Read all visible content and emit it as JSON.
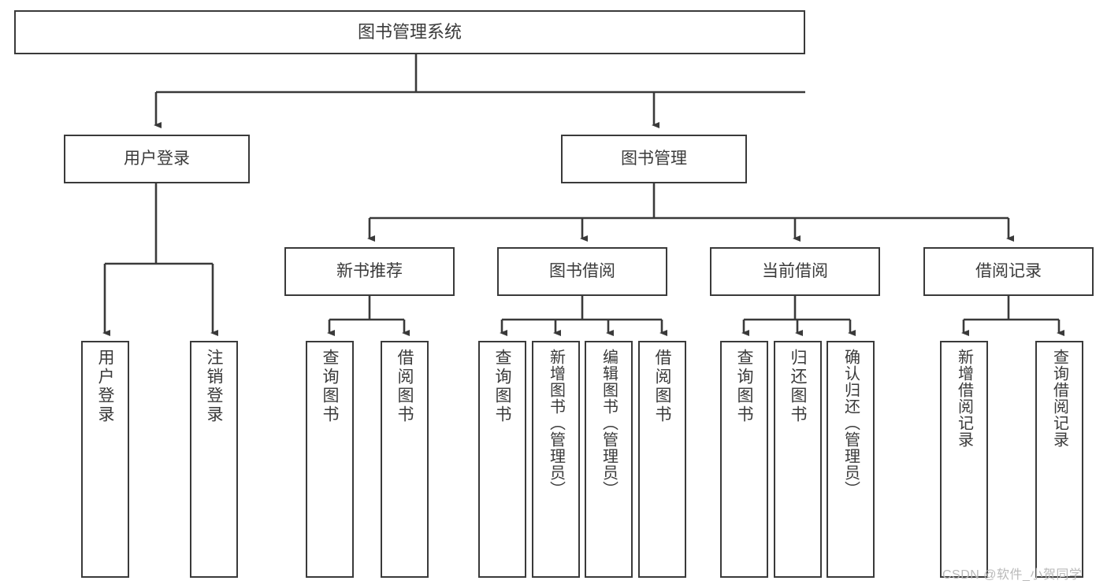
{
  "diagram": {
    "type": "tree-hierarchy",
    "title": "图书管理系统",
    "colors": {
      "stroke": "#3a3a3a",
      "box_fill": "#ffffff",
      "text": "#3a3a3a",
      "background": "#ffffff",
      "watermark": "#b9b9b9"
    },
    "levels": {
      "level1": [
        {
          "id": "root",
          "label": "图书管理系统"
        }
      ],
      "level2": [
        {
          "id": "user-login",
          "label": "用户登录"
        },
        {
          "id": "book-management",
          "label": "图书管理"
        }
      ],
      "level3": [
        {
          "id": "new-book-recommend",
          "label": "新书推荐",
          "parent": "book-management"
        },
        {
          "id": "book-borrow",
          "label": "图书借阅",
          "parent": "book-management"
        },
        {
          "id": "current-borrow",
          "label": "当前借阅",
          "parent": "book-management"
        },
        {
          "id": "borrow-record",
          "label": "借阅记录",
          "parent": "book-management"
        }
      ],
      "level4": [
        {
          "id": "leaf-user-login",
          "label": "用户登录",
          "parent": "user-login"
        },
        {
          "id": "leaf-logout-login",
          "label": "注销登录",
          "parent": "user-login"
        },
        {
          "id": "leaf-query-book-1",
          "label": "查询图书",
          "parent": "new-book-recommend"
        },
        {
          "id": "leaf-borrow-book-1",
          "label": "借阅图书",
          "parent": "new-book-recommend"
        },
        {
          "id": "leaf-query-book-2",
          "label": "查询图书",
          "parent": "book-borrow"
        },
        {
          "id": "leaf-add-book-admin",
          "label": "新增图书（管理员）",
          "parent": "book-borrow"
        },
        {
          "id": "leaf-edit-book-admin",
          "label": "编辑图书（管理员）",
          "parent": "book-borrow"
        },
        {
          "id": "leaf-borrow-book-2",
          "label": "借阅图书",
          "parent": "book-borrow"
        },
        {
          "id": "leaf-query-book-3",
          "label": "查询图书",
          "parent": "current-borrow"
        },
        {
          "id": "leaf-return-book",
          "label": "归还图书",
          "parent": "current-borrow"
        },
        {
          "id": "leaf-confirm-return-admin",
          "label": "确认归还（管理员）",
          "parent": "current-borrow"
        },
        {
          "id": "leaf-add-borrow-record",
          "label": "新增借阅记录",
          "parent": "borrow-record"
        },
        {
          "id": "leaf-query-borrow-record",
          "label": "查询借阅记录",
          "parent": "borrow-record"
        }
      ]
    },
    "watermark": "CSDN @软件_小贺同学"
  }
}
